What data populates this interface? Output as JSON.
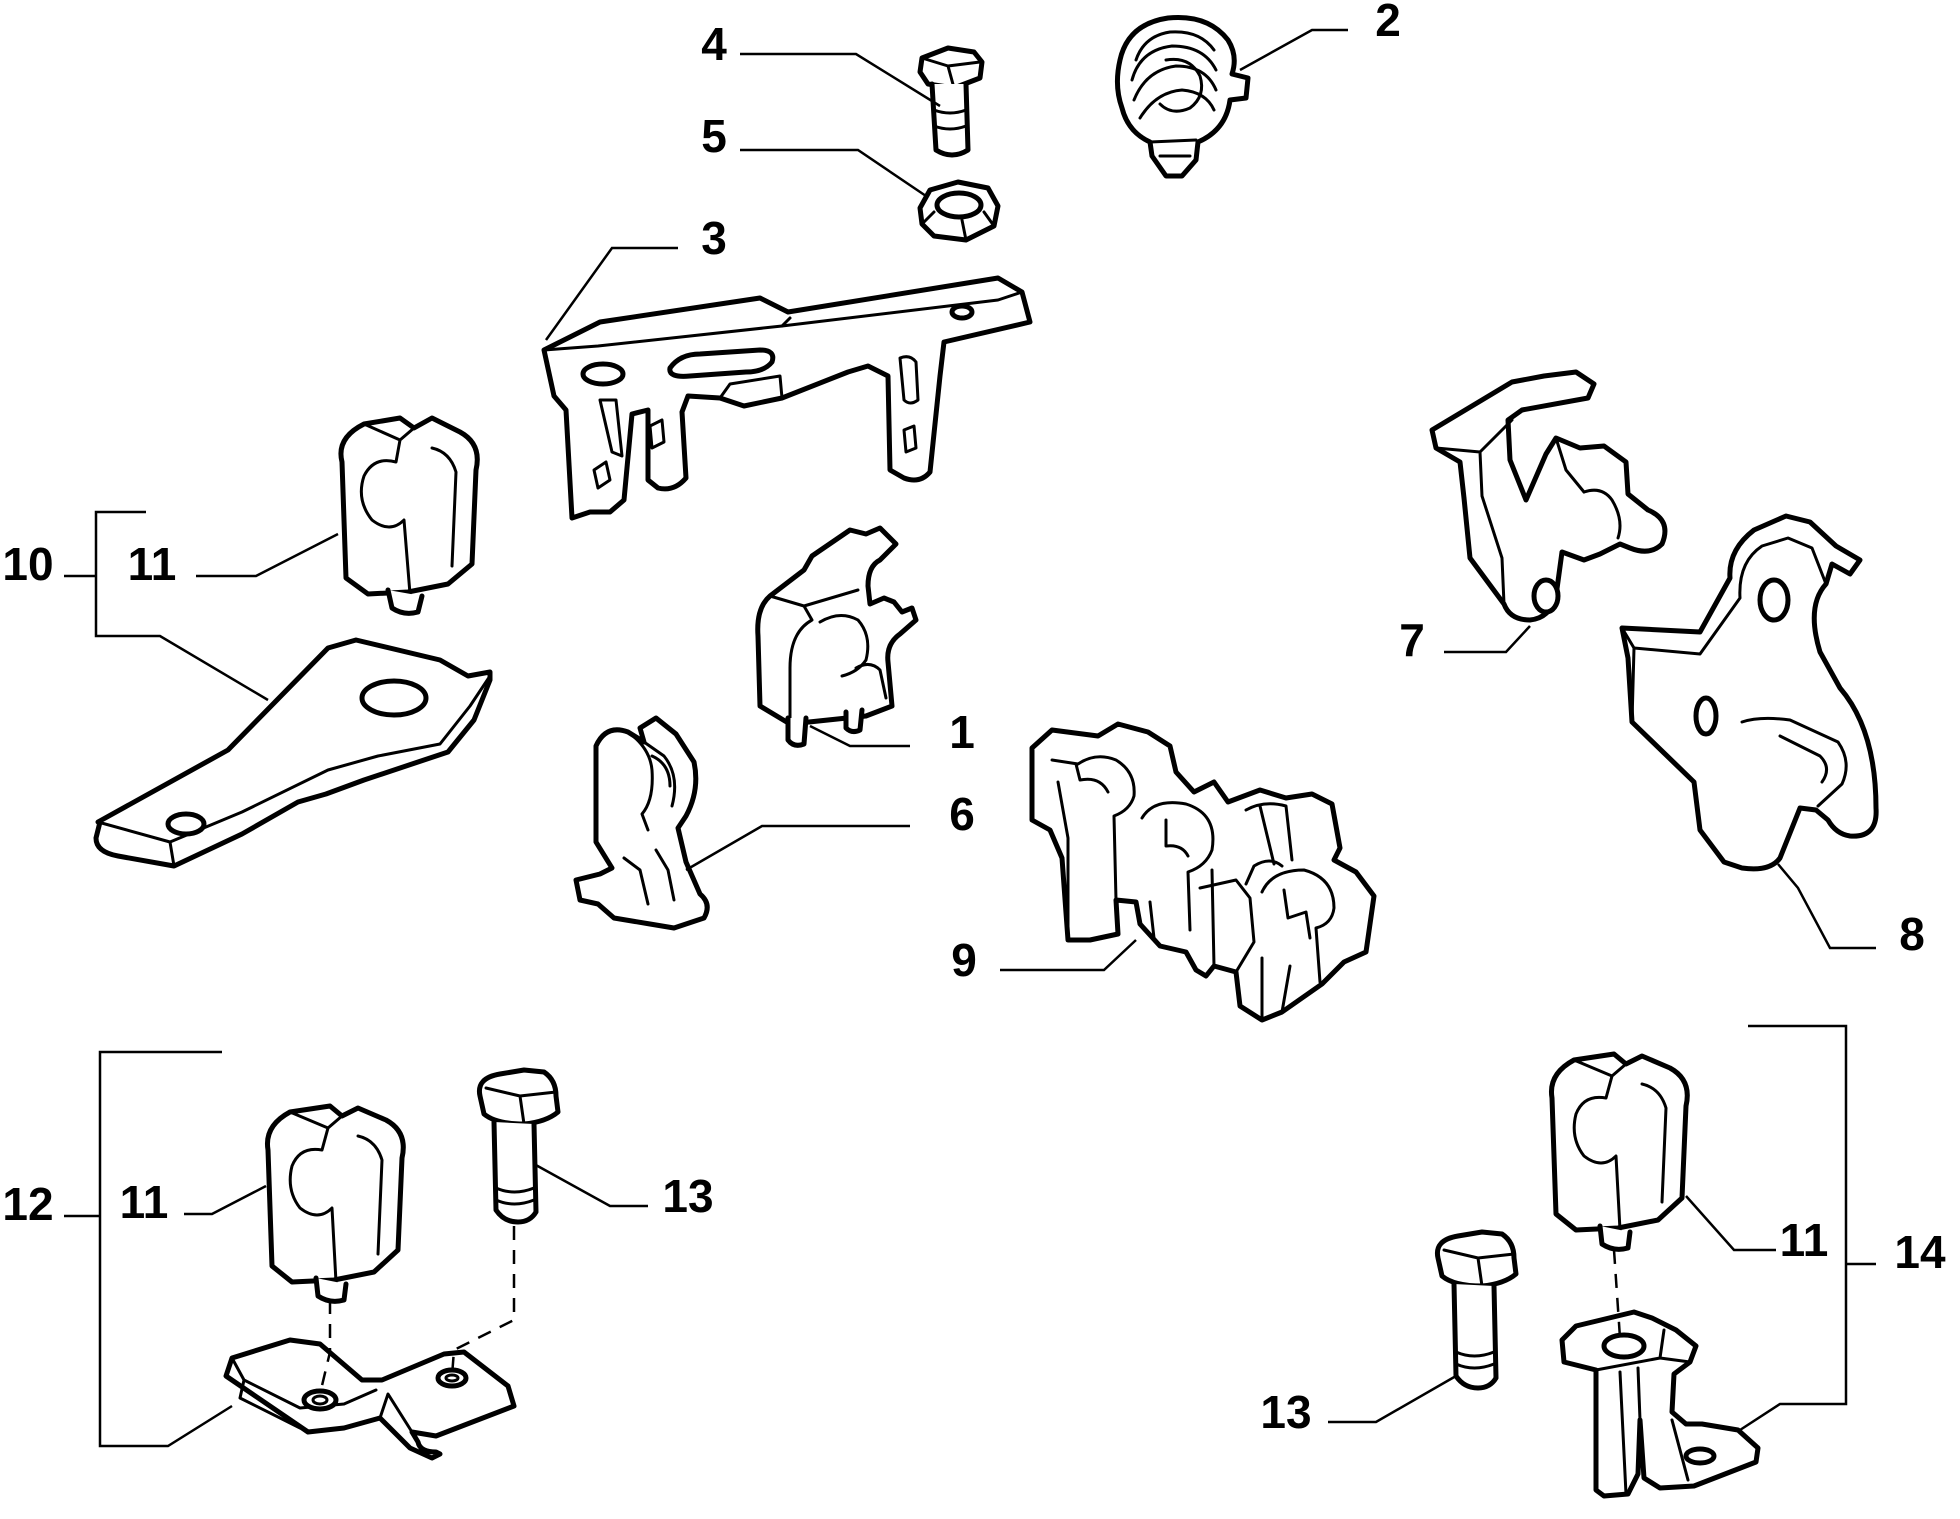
{
  "diagram": {
    "labels": {
      "l1": "1",
      "l2": "2",
      "l3": "3",
      "l4": "4",
      "l5": "5",
      "l6": "6",
      "l7": "7",
      "l8": "8",
      "l9": "9",
      "l10": "10",
      "l11a": "11",
      "l11b": "11",
      "l11c": "11",
      "l12": "12",
      "l13a": "13",
      "l13b": "13",
      "l14": "14"
    },
    "colors": {
      "line": "#000000",
      "background": "#ffffff"
    }
  }
}
